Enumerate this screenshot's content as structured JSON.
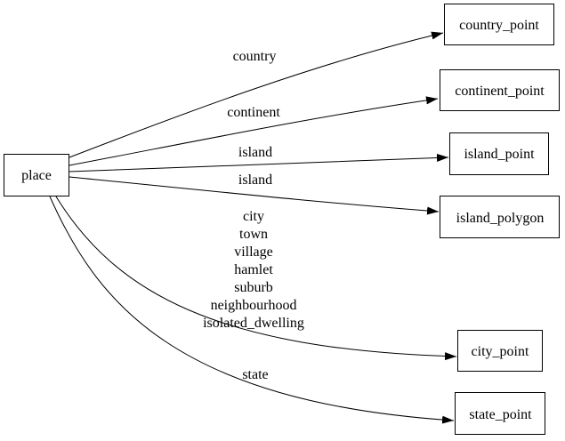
{
  "diagram": {
    "type": "directed-graph",
    "colors": {
      "background": "#ffffff",
      "node_fill": "#ffffff",
      "node_border": "#000000",
      "edge_stroke": "#000000",
      "text": "#000000"
    },
    "nodes": [
      {
        "id": "place",
        "label": "place"
      },
      {
        "id": "country_point",
        "label": "country_point"
      },
      {
        "id": "continent_point",
        "label": "continent_point"
      },
      {
        "id": "island_point",
        "label": "island_point"
      },
      {
        "id": "island_polygon",
        "label": "island_polygon"
      },
      {
        "id": "city_point",
        "label": "city_point"
      },
      {
        "id": "state_point",
        "label": "state_point"
      }
    ],
    "edges": [
      {
        "from": "place",
        "to": "country_point",
        "label": "country"
      },
      {
        "from": "place",
        "to": "continent_point",
        "label": "continent"
      },
      {
        "from": "place",
        "to": "island_point",
        "label": "island"
      },
      {
        "from": "place",
        "to": "island_polygon",
        "label": "island"
      },
      {
        "from": "place",
        "to": "city_point",
        "label_lines": [
          "city",
          "town",
          "village",
          "hamlet",
          "suburb",
          "neighbourhood",
          "isolated_dwelling"
        ]
      },
      {
        "from": "place",
        "to": "state_point",
        "label": "state"
      }
    ]
  }
}
